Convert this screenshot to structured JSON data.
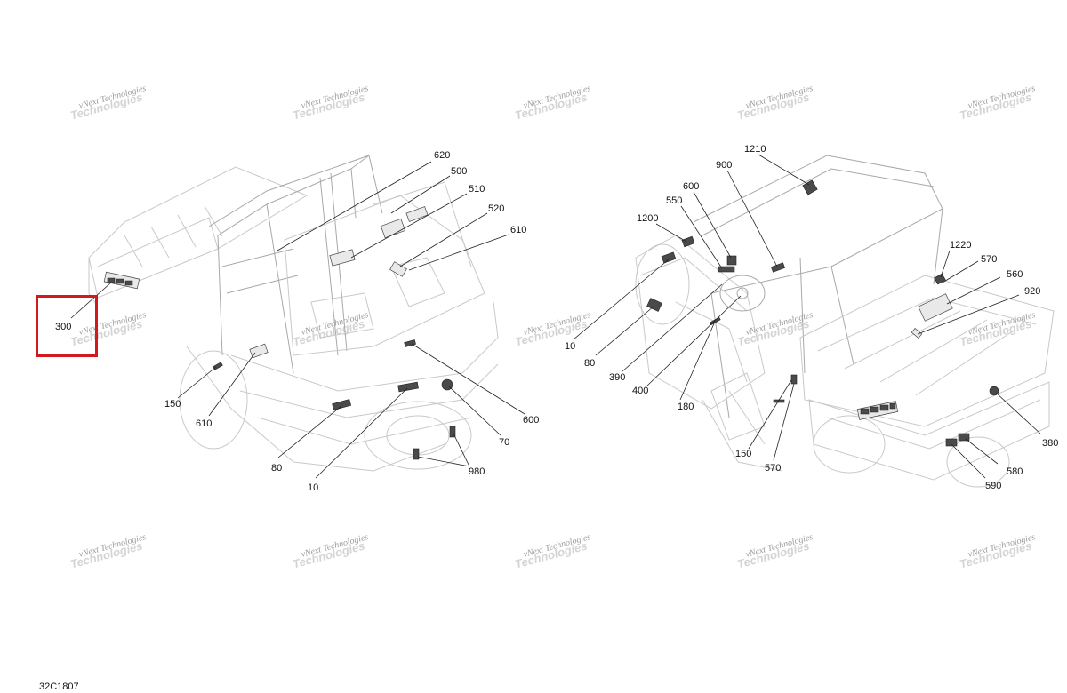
{
  "diagram_code": "32C1807",
  "highlight_color": "#d2191f",
  "watermark": {
    "line1": "vNext Technologies",
    "line2": "Technologies"
  },
  "left_view": {
    "callouts": [
      "620",
      "500",
      "510",
      "520",
      "610",
      "300",
      "150",
      "610",
      "80",
      "10",
      "600",
      "70",
      "980"
    ]
  },
  "right_view": {
    "callouts": [
      "1210",
      "900",
      "600",
      "550",
      "1200",
      "1220",
      "570",
      "560",
      "920",
      "10",
      "80",
      "390",
      "400",
      "180",
      "380",
      "580",
      "590",
      "150",
      "570"
    ]
  },
  "highlighted_callout": "300"
}
